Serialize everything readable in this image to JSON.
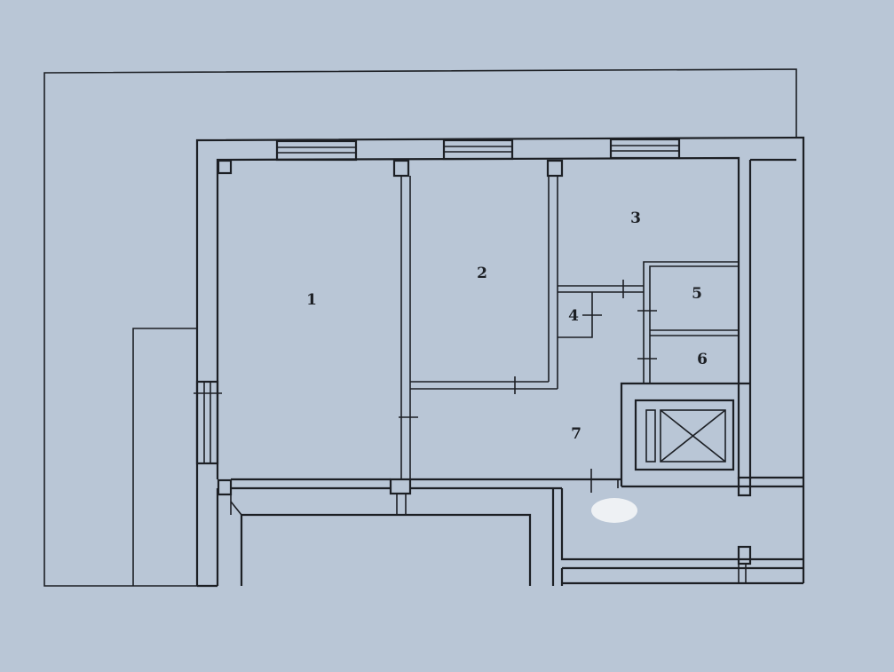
{
  "floor_plan": {
    "rooms": [
      {
        "number": "1"
      },
      {
        "number": "2"
      },
      {
        "number": "3"
      },
      {
        "number": "4"
      },
      {
        "number": "5"
      },
      {
        "number": "6"
      },
      {
        "number": "7"
      }
    ],
    "colors": {
      "paper": "#b9c6d6",
      "ink": "#1c1f24"
    }
  }
}
